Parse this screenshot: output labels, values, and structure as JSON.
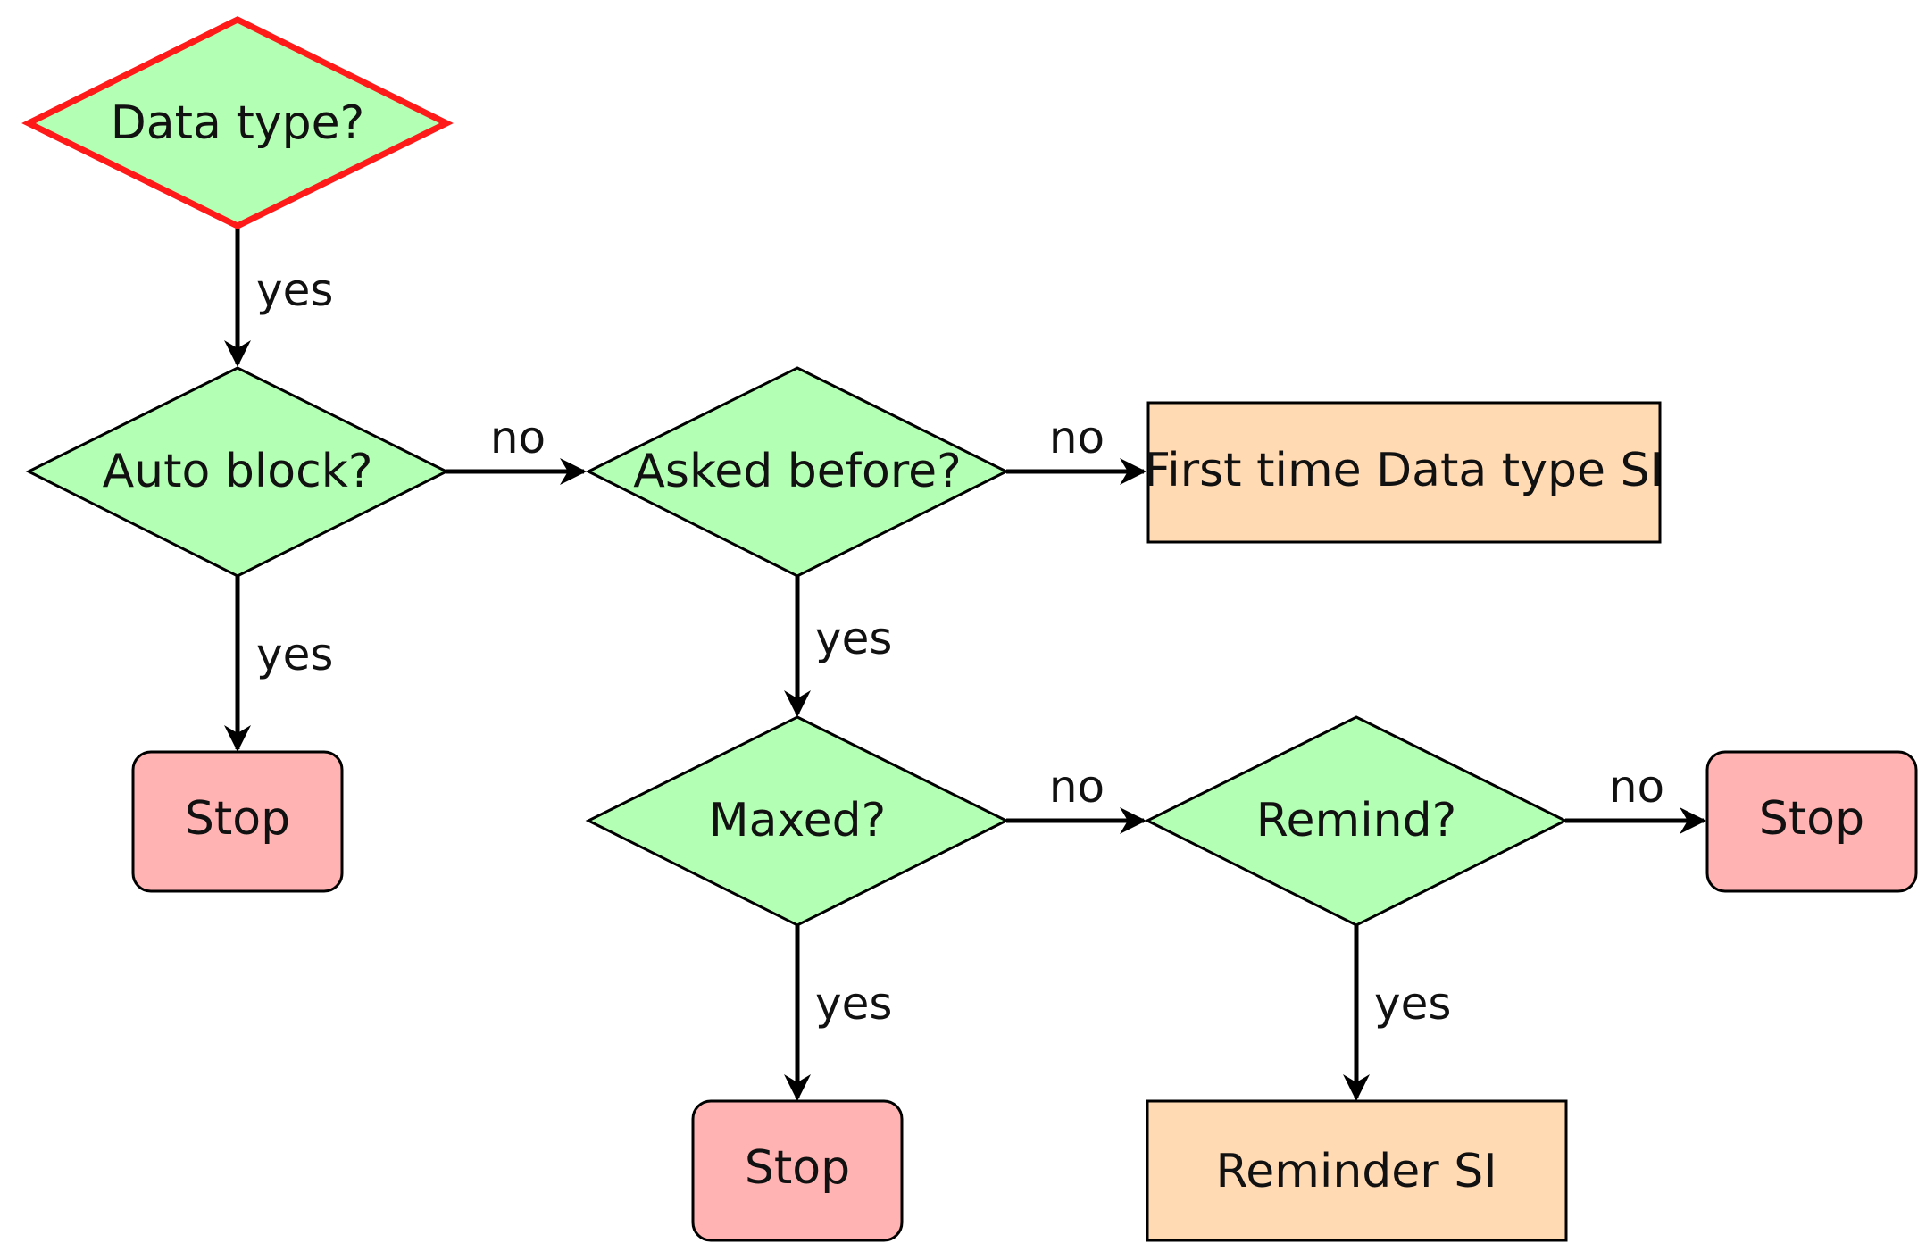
{
  "colors": {
    "decision_fill": "#b3ffb3",
    "decision_stroke": "#000000",
    "start_stroke": "#ff1a1a",
    "stop_fill": "#ffb3b3",
    "action_fill": "#ffdab3",
    "edge": "#000000"
  },
  "nodes": {
    "data_type": "Data type?",
    "auto_block": "Auto block?",
    "asked_before": "Asked before?",
    "first_time_si": "First time Data type SI",
    "stop_auto": "Stop",
    "maxed": "Maxed?",
    "remind": "Remind?",
    "stop_remind": "Stop",
    "stop_maxed": "Stop",
    "reminder_si": "Reminder SI"
  },
  "edges": {
    "data_type_to_auto_block": "yes",
    "auto_block_to_asked_before": "no",
    "asked_before_to_first_time_si": "no",
    "auto_block_to_stop": "yes",
    "asked_before_to_maxed": "yes",
    "maxed_to_remind": "no",
    "remind_to_stop": "no",
    "maxed_to_stop": "yes",
    "remind_to_reminder_si": "yes"
  }
}
